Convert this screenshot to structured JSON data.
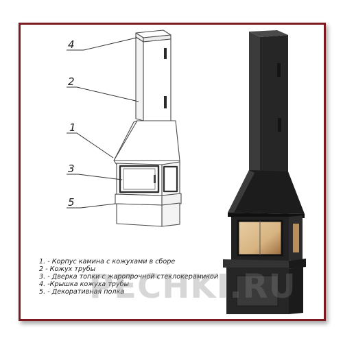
{
  "callouts": [
    "4",
    "2",
    "1",
    "3",
    "5"
  ],
  "legend": [
    "1. - Корпус камина с кожухами в сборе",
    "2 - Кожух трубы",
    "3. - Дверка топки с жаропрочной стеклокерамикой",
    "4. -Крышка кожуха трубы",
    "5. - Декоративная полка"
  ],
  "watermark": "PECHKI.RU",
  "colors": {
    "frame": "#7d1a1f",
    "metal": "#2c2c2c",
    "glow": "#d9b98c"
  }
}
